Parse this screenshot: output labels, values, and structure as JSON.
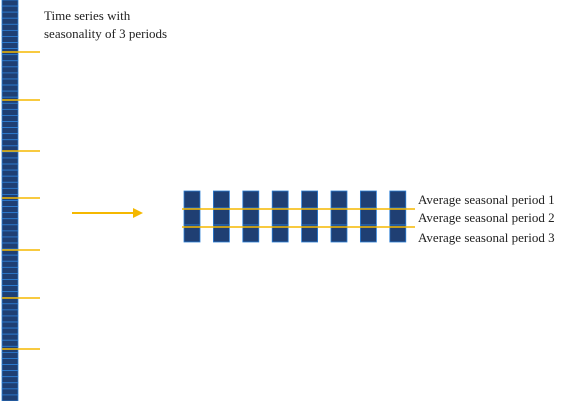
{
  "diagram": {
    "title_lines": [
      "Time series with",
      "seasonality of 3 periods"
    ],
    "legend": [
      "Average seasonal period 1",
      "Average seasonal period 2",
      "Average seasonal period 3"
    ],
    "time_series_cells": 66,
    "seasonal_columns": 8,
    "seasonal_cells_per_column": 3,
    "colors": {
      "cell_fill": "#1f3f73",
      "cell_border": "#2d7fd6",
      "accent": "#f5b800",
      "text": "#222222"
    }
  }
}
